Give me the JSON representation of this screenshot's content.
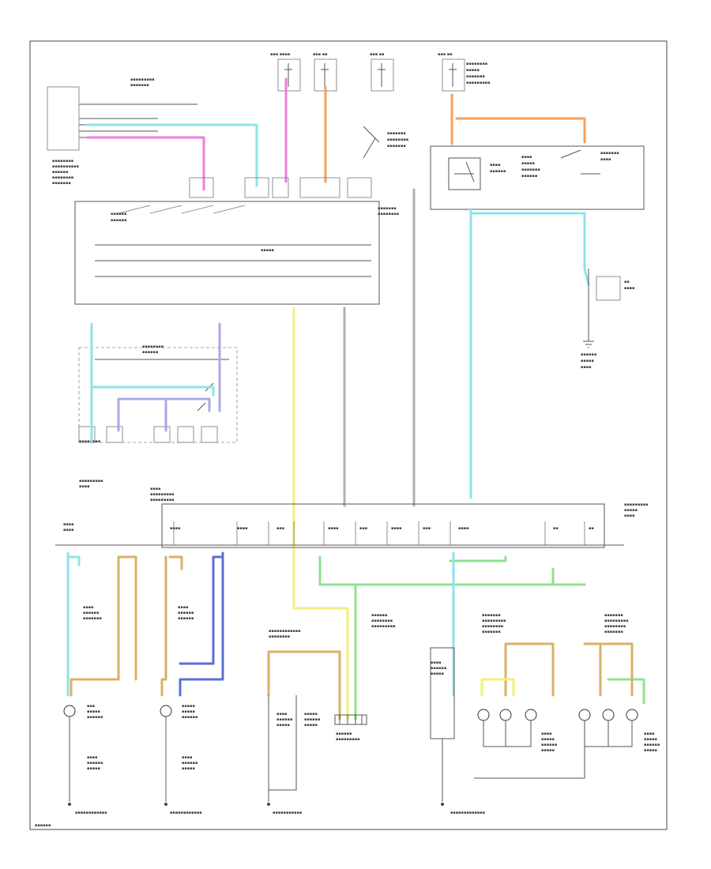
{
  "diagram": {
    "wire_colors": {
      "light_blue": "#8fe3ea",
      "pink": "#f07cdc",
      "orange": "#f4a15a",
      "yellow": "#f4ef7a",
      "tan": "#d9b266",
      "blue": "#5a6fd6",
      "lavender": "#a9a9e6",
      "light_green": "#8fe28f",
      "gray": "#8a8a8a"
    },
    "components": [
      {
        "id": "headlamp-switch",
        "icon": "switch-icon"
      },
      {
        "id": "turn-signal-switch",
        "icon": "switch-icon"
      },
      {
        "id": "hazard-flasher",
        "icon": "relay-icon"
      },
      {
        "id": "fuse-block",
        "icon": "fuse-icon"
      },
      {
        "id": "left-front-lamp",
        "icon": "bulb-icon"
      },
      {
        "id": "right-front-lamp",
        "icon": "bulb-icon"
      },
      {
        "id": "left-rear-lamp-assembly",
        "icon": "bulb-icon"
      },
      {
        "id": "right-rear-lamp-assembly",
        "icon": "bulb-icon"
      },
      {
        "id": "trailer-connector",
        "icon": "connector-icon"
      },
      {
        "id": "ground-points",
        "icon": "ground-icon"
      }
    ]
  }
}
